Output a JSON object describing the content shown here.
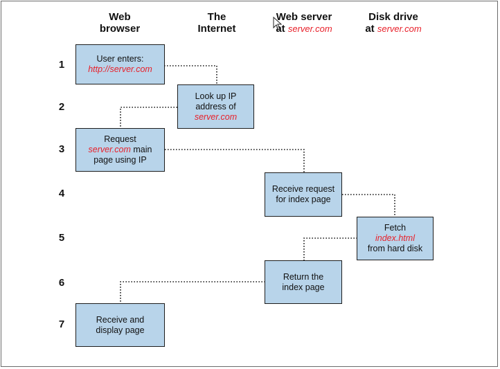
{
  "columns": [
    {
      "line1": "Web",
      "line2_prefix": "browser",
      "line2_red": ""
    },
    {
      "line1": "The",
      "line2_prefix": "Internet",
      "line2_red": ""
    },
    {
      "line1": "Web server",
      "line2_prefix": "at ",
      "line2_red": "server.com"
    },
    {
      "line1": "Disk drive",
      "line2_prefix": "at ",
      "line2_red": "server.com"
    }
  ],
  "steps": [
    "1",
    "2",
    "3",
    "4",
    "5",
    "6",
    "7"
  ],
  "boxes": [
    {
      "pre": "User enters:",
      "red": "http://server.com",
      "post": ""
    },
    {
      "pre": "Look up IP address of",
      "red": "server.com",
      "post": ""
    },
    {
      "pre": "Request",
      "red": "server.com",
      "post": " main page using IP"
    },
    {
      "pre": "Receive request for index page",
      "red": "",
      "post": ""
    },
    {
      "pre": "Fetch",
      "red": "index.html",
      "post": "from hard disk"
    },
    {
      "pre": "Return the index page",
      "red": "",
      "post": ""
    },
    {
      "pre": "Receive and display page",
      "red": "",
      "post": ""
    }
  ],
  "colors": {
    "box_fill": "#b8d4ea",
    "accent_red": "#e8202a"
  }
}
